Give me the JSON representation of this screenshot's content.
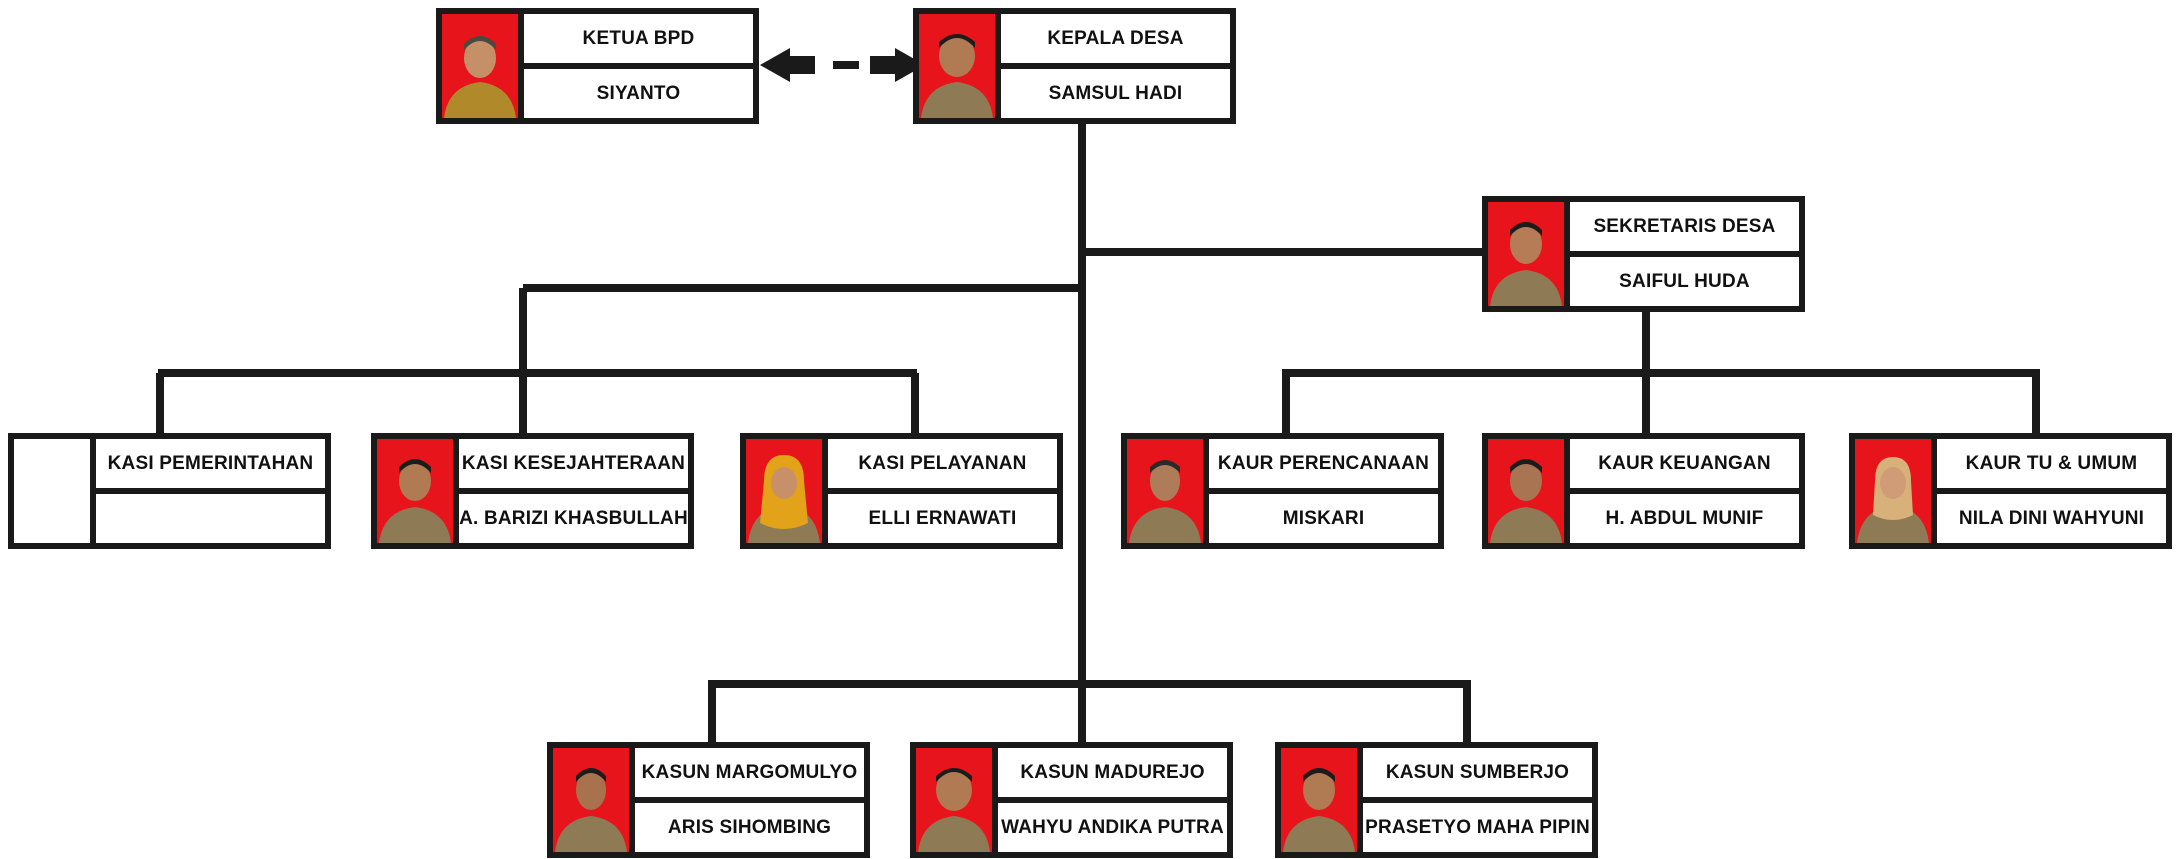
{
  "colors": {
    "line": "#1a1a1a",
    "photo_bg": "#e8141b",
    "box_bg": "#ffffff"
  },
  "nodes": {
    "ketua_bpd": {
      "title": "KETUA BPD",
      "name": "SIYANTO",
      "photo": "portrait-photo"
    },
    "kepala_desa": {
      "title": "KEPALA DESA",
      "name": "SAMSUL HADI",
      "photo": "portrait-photo"
    },
    "sekretaris_desa": {
      "title": "SEKRETARIS DESA",
      "name": "SAIFUL HUDA",
      "photo": "portrait-photo"
    },
    "kasi_pemerintahan": {
      "title": "KASI PEMERINTAHAN",
      "name": "",
      "photo": ""
    },
    "kasi_kesejahteraan": {
      "title": "KASI KESEJAHTERAAN",
      "name": "A. BARIZI KHASBULLAH",
      "photo": "portrait-photo"
    },
    "kasi_pelayanan": {
      "title": "KASI PELAYANAN",
      "name": "ELLI ERNAWATI",
      "photo": "portrait-photo"
    },
    "kaur_perencanaan": {
      "title": "KAUR PERENCANAAN",
      "name": "MISKARI",
      "photo": "portrait-photo"
    },
    "kaur_keuangan": {
      "title": "KAUR KEUANGAN",
      "name": "H. ABDUL MUNIF",
      "photo": "portrait-photo"
    },
    "kaur_tu_umum": {
      "title": "KAUR TU & UMUM",
      "name": "NILA DINI WAHYUNI",
      "photo": "portrait-photo"
    },
    "kasun_margomulyo": {
      "title": "KASUN MARGOMULYO",
      "name": "ARIS SIHOMBING",
      "photo": "portrait-photo"
    },
    "kasun_madurejo": {
      "title": "KASUN MADUREJO",
      "name": "WAHYU ANDIKA PUTRA",
      "photo": "portrait-photo"
    },
    "kasun_sumberjo": {
      "title": "KASUN SUMBERJO",
      "name": "PRASETYO MAHA PIPIN",
      "photo": "portrait-photo"
    }
  },
  "connector_icon": "double-arrow-icon"
}
